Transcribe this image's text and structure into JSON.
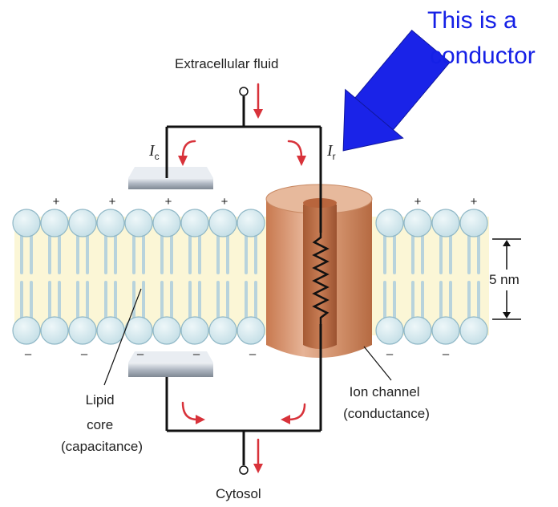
{
  "labels": {
    "extracellular": "Extracellular fluid",
    "cytosol": "Cytosol",
    "lipid_core": [
      "Lipid",
      "core",
      "(capacitance)"
    ],
    "ion_channel": [
      "Ion channel",
      "(conductance)"
    ],
    "thickness": "5 nm",
    "current_c": "I",
    "current_c_sub": "c",
    "current_r": "I",
    "current_r_sub": "r",
    "plus": "+",
    "minus": "–"
  },
  "annotation": {
    "line1": "This is a",
    "line2": "conductor",
    "color": "#1520e6"
  },
  "colors": {
    "head": "#d4e8ee",
    "head_stroke": "#8fb7c6",
    "core": "#fbf5d4",
    "tail": "#b3d0da",
    "channel": "#d89a76",
    "arrow": "#d8323a",
    "wire": "#111111"
  }
}
